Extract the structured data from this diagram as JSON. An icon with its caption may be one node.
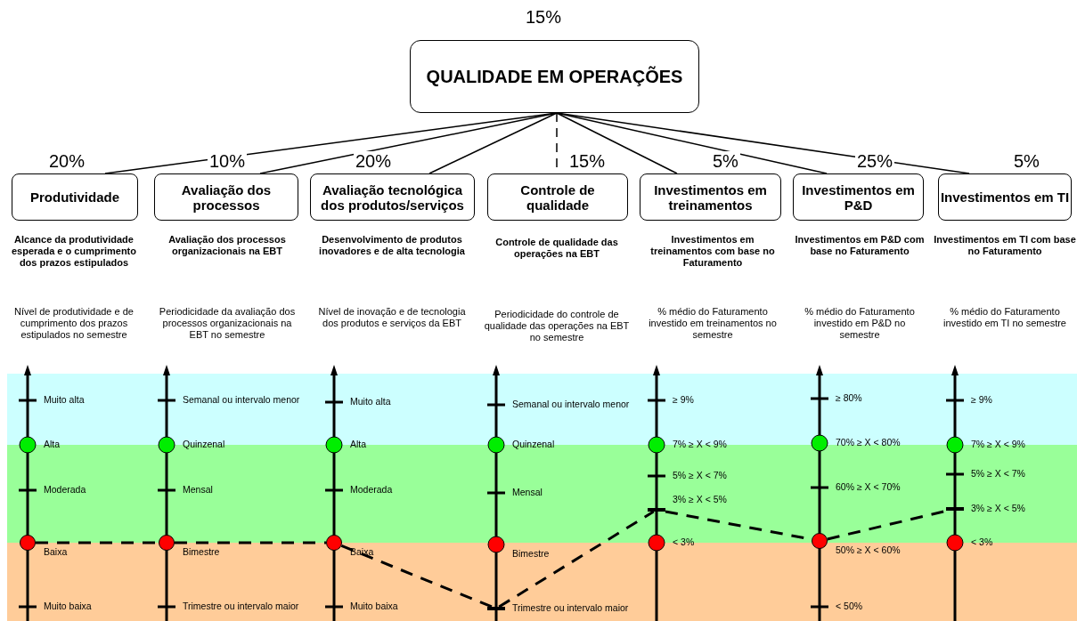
{
  "diagram": {
    "nodes": [
      {
        "text": [
          "QUALIDADE EM OPERAÇÕES"
        ],
        "beside": [
          "15%"
        ]
      },
      {
        "text": [
          "Produtividade"
        ],
        "beside": [
          "20%"
        ]
      },
      {
        "text": [
          "Avaliação dos processos"
        ],
        "beside": [
          "10%"
        ]
      },
      {
        "text": [
          "Avaliação tecnológica dos produtos/serviços"
        ],
        "beside": [
          "20%"
        ]
      },
      {
        "text": [
          "Controle de qualidade"
        ],
        "beside": [
          "15%"
        ]
      },
      {
        "text": [
          "Investimentos em treinamentos"
        ],
        "beside": [
          "5%"
        ]
      },
      {
        "text": [
          "Investimentos em P&D"
        ],
        "beside": [
          "25%"
        ]
      },
      {
        "text": [
          "Investimentos em TI"
        ],
        "beside": [
          "5%"
        ]
      },
      {
        "text": [],
        "shape": "circle"
      },
      {
        "text": [],
        "shape": "circle"
      },
      {
        "text": [],
        "shape": "circle"
      },
      {
        "text": [],
        "shape": "bar"
      },
      {
        "text": [],
        "shape": "bar"
      },
      {
        "text": [],
        "shape": "circle"
      },
      {
        "text": [],
        "shape": "bar"
      }
    ],
    "edges": [
      {
        "from": 0,
        "to": 1,
        "arrow": "none"
      },
      {
        "from": 0,
        "to": 2,
        "arrow": "none"
      },
      {
        "from": 0,
        "to": 3,
        "arrow": "none"
      },
      {
        "from": 0,
        "to": 4,
        "arrow": "none",
        "style": "dashed"
      },
      {
        "from": 0,
        "to": 5,
        "arrow": "none"
      },
      {
        "from": 0,
        "to": 6,
        "arrow": "none"
      },
      {
        "from": 0,
        "to": 7,
        "arrow": "none"
      },
      {
        "from": 8,
        "to": 9,
        "arrow": "none",
        "style": "dashed"
      },
      {
        "from": 9,
        "to": 10,
        "arrow": "none",
        "style": "dashed"
      },
      {
        "from": 10,
        "to": 11,
        "arrow": "none",
        "style": "dashed"
      },
      {
        "from": 11,
        "to": 12,
        "arrow": "none",
        "style": "dashed"
      },
      {
        "from": 12,
        "to": 13,
        "arrow": "none",
        "style": "dashed"
      },
      {
        "from": 13,
        "to": 14,
        "arrow": "none",
        "style": "dashed"
      }
    ],
    "labels": [
      "Alcance da produtividade esperada e o cumprimento dos prazos estipulados",
      "Avaliação dos processos organizacionais na EBT",
      "Desenvolvimento de produtos inovadores e de alta tecnologia",
      "Controle de qualidade das operações na EBT",
      "Investimentos em treinamentos com base no Faturamento",
      "Investimentos em P&D com base no Faturamento",
      "Investimentos em TI com base no Faturamento",
      "Nível de produtividade e de cumprimento dos prazos estipulados no semestre",
      "Periodicidade da avaliação dos processos organizacionais na EBT no semestre",
      "Nível de inovação e de tecnologia dos produtos e serviços da EBT",
      "Periodicidade do controle de qualidade das operações na EBT no semestre",
      "% médio do Faturamento investido em treinamentos no semestre",
      "% médio do Faturamento investido em P&D no semestre",
      "% médio do Faturamento investido em TI no semestre",
      "Muito alta",
      "Alta",
      "Moderada",
      "Baixa",
      "Muito baixa",
      "Semanal ou intervalo menor",
      "Quinzenal",
      "Mensal",
      "Bimestre",
      "Trimestre ou intervalo maior",
      "Muito alta",
      "Alta",
      "Moderada",
      "Baixa",
      "Muito baixa",
      "Semanal ou intervalo menor",
      "Quinzenal",
      "Mensal",
      "Bimestre",
      "Trimestre ou intervalo maior",
      "≥ 9%",
      "7% ≥ X < 9%",
      "5% ≥ X < 7%",
      "3% ≥ X < 5%",
      "< 3%",
      "≥ 80%",
      "70% ≥ X < 80%",
      "60% ≥ X < 70%",
      "50% ≥ X < 60%",
      "< 50%",
      "≥ 9%",
      "7% ≥ X < 9%",
      "5% ≥ X < 7%",
      "3% ≥ X < 5%",
      "< 3%"
    ]
  }
}
